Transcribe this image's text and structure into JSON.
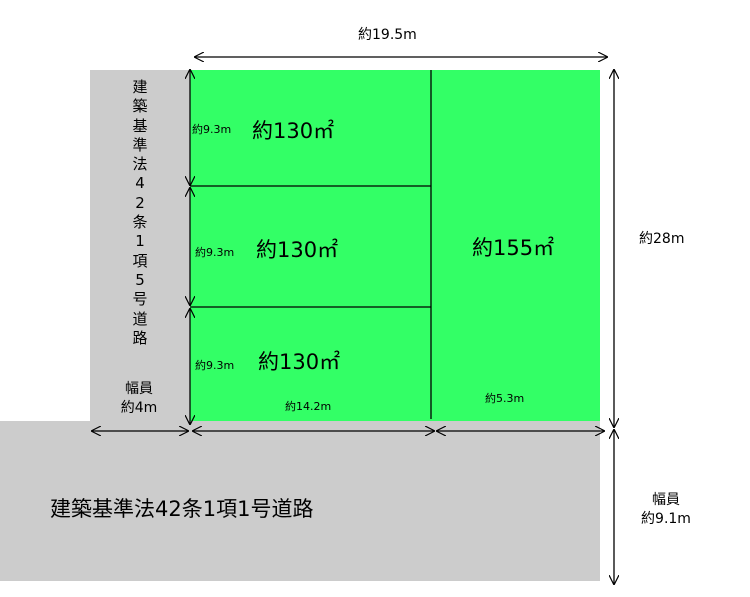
{
  "colors": {
    "land": "#33ff66",
    "road": "#cccccc",
    "line": "#000000"
  },
  "dimensions": {
    "total_width": "約19.5m",
    "total_depth": "約28m",
    "lot_depth_1": "約9.3m",
    "lot_depth_2": "約9.3m",
    "lot_depth_3": "約9.3m",
    "left_width": "約14.2m",
    "right_width": "約5.3m",
    "side_road_width": "幅員\n約4m",
    "front_road_width": "幅員\n約9.1m"
  },
  "lots": [
    {
      "area": "約130㎡"
    },
    {
      "area": "約130㎡"
    },
    {
      "area": "約130㎡"
    },
    {
      "area": "約155㎡"
    }
  ],
  "roads": {
    "side_road_label": "建築基準法42条1項5号道路",
    "front_road_label": "建築基準法42条1項1号道路"
  }
}
